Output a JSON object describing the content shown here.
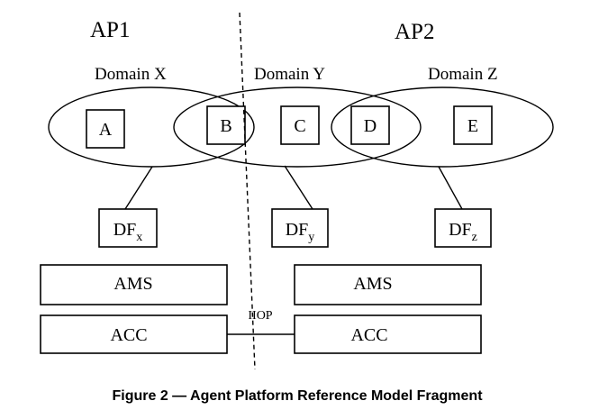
{
  "platforms": {
    "ap1": "AP1",
    "ap2": "AP2"
  },
  "domains": {
    "x": "Domain X",
    "y": "Domain Y",
    "z": "Domain Z"
  },
  "agents": [
    "A",
    "B",
    "C",
    "D",
    "E"
  ],
  "directory_facilitators": [
    {
      "base": "DF",
      "sub": "x"
    },
    {
      "base": "DF",
      "sub": "y"
    },
    {
      "base": "DF",
      "sub": "z"
    }
  ],
  "services": {
    "ams_left": "AMS",
    "ams_right": "AMS",
    "acc_left": "ACC",
    "acc_right": "ACC",
    "link": "IIOP"
  },
  "caption": "Figure 2 — Agent Platform Reference Model Fragment"
}
